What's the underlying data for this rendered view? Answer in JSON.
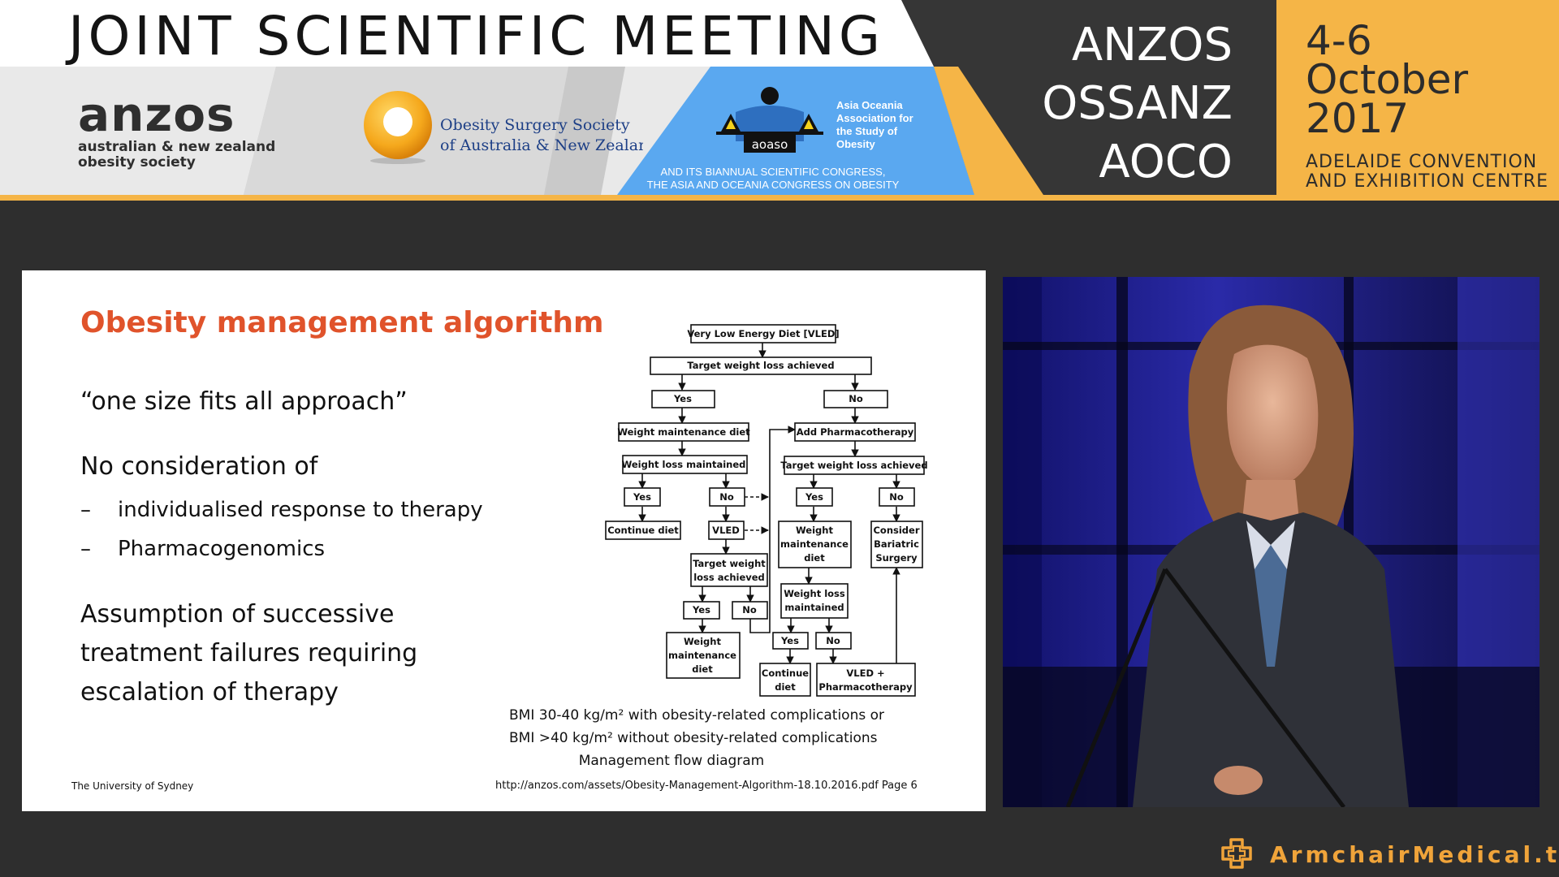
{
  "banner": {
    "title": "JOINT SCIENTIFIC MEETING",
    "anzos": {
      "word": "anzos",
      "line1": "australian & new zealand",
      "line2": "obesity society"
    },
    "osso": {
      "line1": "Obesity Surgery Society",
      "line2": "of Australia & New Zealanc"
    },
    "aoaso": {
      "badge": "aoaso",
      "lines": [
        "Asia Oceania",
        "Association for",
        "the Study of",
        "Obesity"
      ],
      "congress_line1": "AND ITS BIANNUAL SCIENTIFIC CONGRESS,",
      "congress_line2": "THE ASIA AND OCEANIA CONGRESS ON OBESITY"
    },
    "orgs": [
      "ANZOS",
      "OSSANZ",
      "AOCO"
    ],
    "dates": {
      "days": "4-6",
      "month": "October",
      "year": "2017"
    },
    "venue": {
      "line1": "ADELAIDE CONVENTION",
      "line2": "AND EXHIBITION CENTRE"
    },
    "colors": {
      "accent": "#f5b547",
      "dark": "#363636",
      "blue": "#5aa8f0"
    }
  },
  "slide": {
    "title": "Obesity management algorithm",
    "quote": "“one size fits all approach”",
    "heading": "No consideration of",
    "dash": "–",
    "subitems": [
      "individualised response to therapy",
      "Pharmacogenomics"
    ],
    "assumption": [
      "Assumption of successive",
      "treatment failures requiring",
      "escalation of therapy"
    ],
    "footer_left": "The University of Sydney",
    "footer_url": "http://anzos.com/assets/Obesity-Management-Algorithm-18.10.2016.pdf Page 6",
    "caption": {
      "line1": "BMI 30-40 kg/m² with obesity-related complications or",
      "line2": "BMI >40 kg/m² without obesity-related complications",
      "line3": "Management flow diagram"
    },
    "flow": {
      "vled_top": "Very Low Energy Diet [VLED]",
      "target1": "Target weight loss achieved",
      "yes1": "Yes",
      "no1": "No",
      "wmd1": "Weight maintenance diet",
      "add_pharma": "Add Pharmacotherapy",
      "wlm1": "Weight loss maintained",
      "target2": "Target weight loss achieved",
      "yes2": "Yes",
      "no2": "No",
      "yes3": "Yes",
      "no3": "No",
      "continue1": "Continue  diet",
      "vled2": "VLED",
      "wmd2": [
        "Weight",
        "maintenance",
        "diet"
      ],
      "bariatric": [
        "Consider",
        "Bariatric",
        "Surgery"
      ],
      "target3": [
        "Target weight",
        "loss achieved"
      ],
      "wlm2": [
        "Weight loss",
        "maintained"
      ],
      "yes4": "Yes",
      "no4": "No",
      "yes5": "Yes",
      "no5": "No",
      "wmd3": [
        "Weight",
        "maintenance",
        "diet"
      ],
      "continue2": [
        "Continue",
        "diet"
      ],
      "vled_pharma": [
        "VLED +",
        "Pharmacotherapy"
      ]
    }
  },
  "brand": {
    "name": "ArmchairMedical.tv",
    "color": "#f0a43a"
  }
}
